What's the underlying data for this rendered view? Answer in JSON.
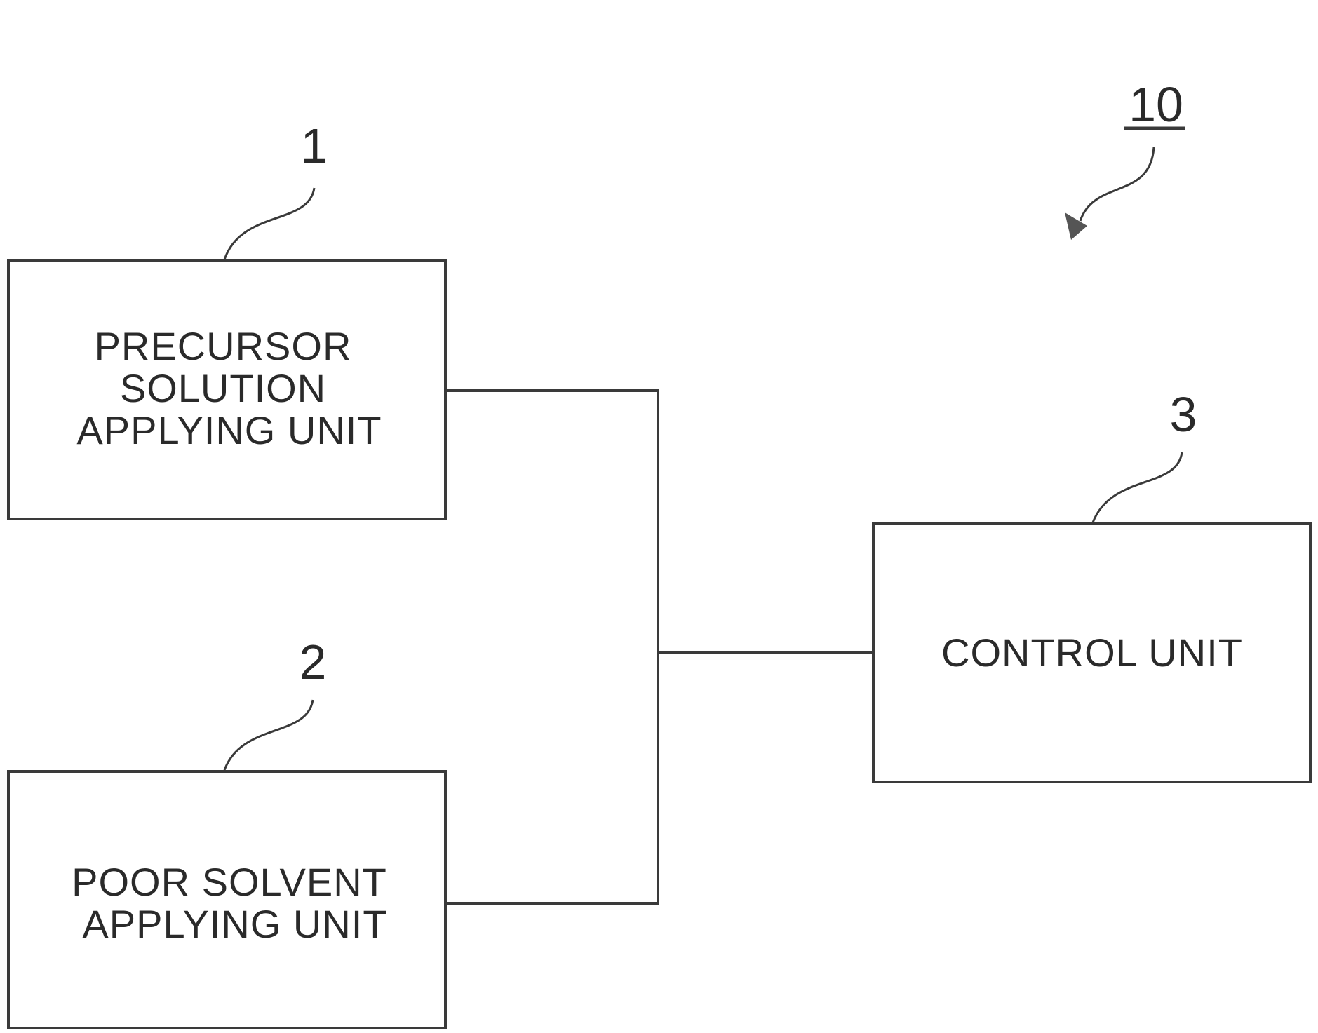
{
  "figure": {
    "reference_numeral": "10",
    "blocks": [
      {
        "id": "precursor",
        "numeral": "1",
        "lines": [
          "PRECURSOR",
          "SOLUTION",
          "APPLYING UNIT"
        ]
      },
      {
        "id": "poor_solvent",
        "numeral": "2",
        "lines": [
          "POOR SOLVENT",
          "APPLYING UNIT"
        ]
      },
      {
        "id": "control",
        "numeral": "3",
        "lines": [
          "CONTROL UNIT"
        ]
      }
    ],
    "connections": [
      {
        "from": "precursor",
        "to": "control"
      },
      {
        "from": "poor_solvent",
        "to": "control"
      }
    ]
  }
}
